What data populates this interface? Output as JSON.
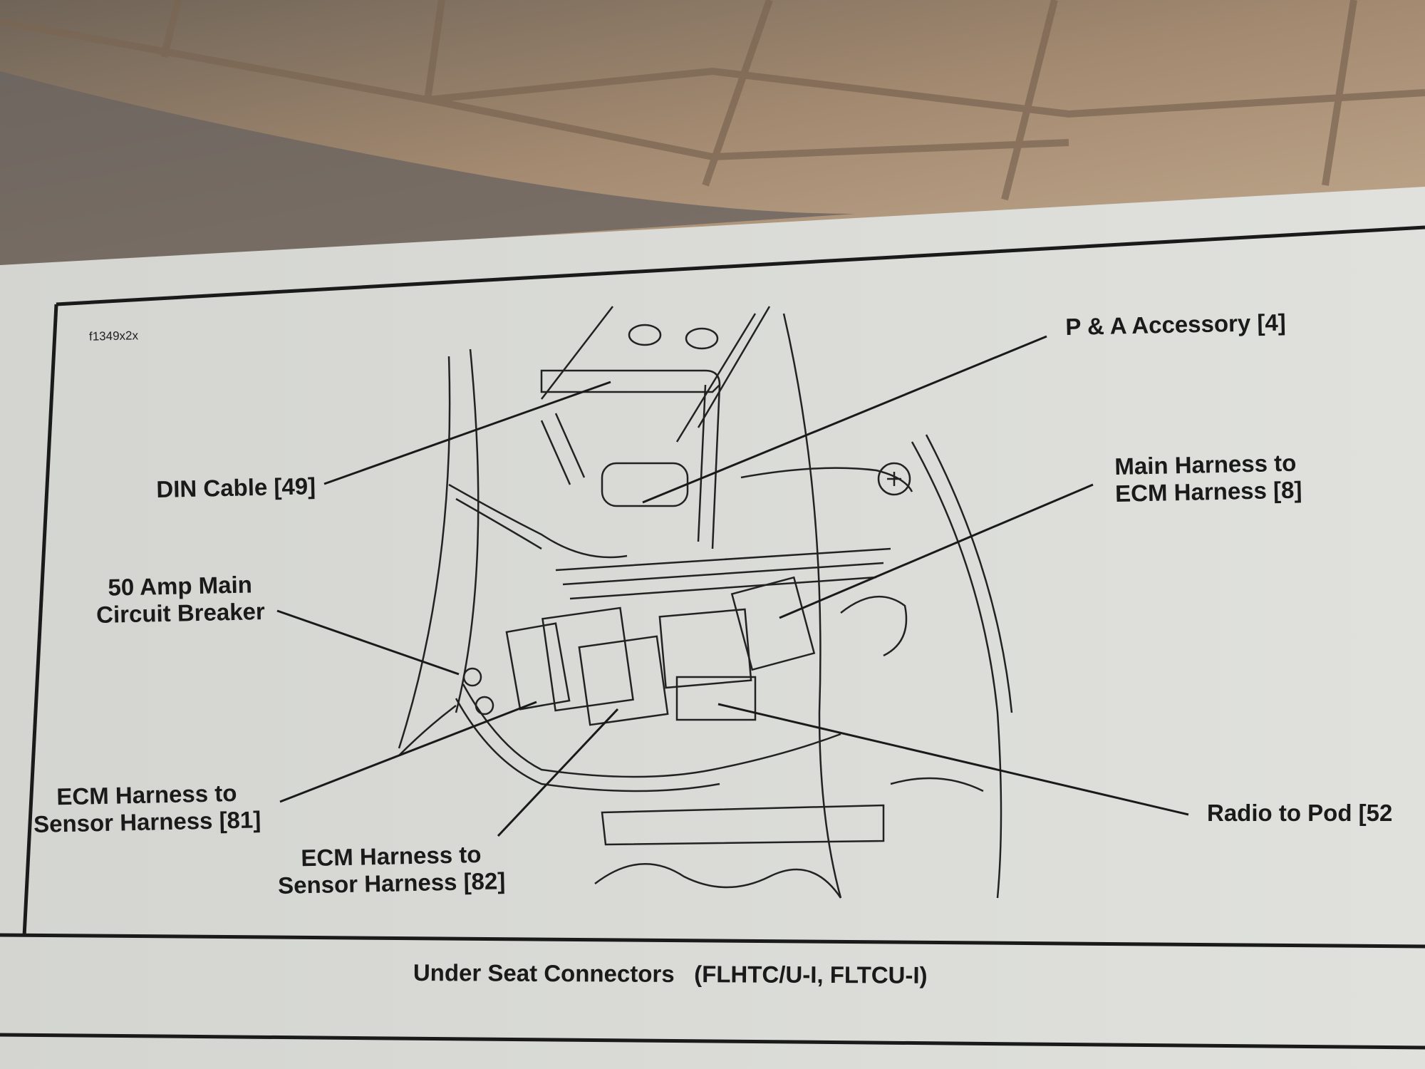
{
  "figure_code": "f1349x2x",
  "callouts": {
    "pa_accessory": "P & A Accessory [4]",
    "din_cable": "DIN Cable [49]",
    "main_harness_line1": "Main Harness to",
    "main_harness_line2": "ECM Harness [8]",
    "breaker_line1": "50 Amp Main",
    "breaker_line2": "Circuit Breaker",
    "ecm81_line1": "ECM Harness to",
    "ecm81_line2": "Sensor Harness [81]",
    "ecm82_line1": "ECM Harness to",
    "ecm82_line2": "Sensor Harness [82]",
    "radio_pod": "Radio to Pod [52"
  },
  "caption": "Under Seat Connectors   (FLHTC/U-I, FLTCU-I)",
  "colors": {
    "paper": "#d9dad6",
    "ink": "#1a1a1a",
    "floor": "#b59a7c"
  }
}
